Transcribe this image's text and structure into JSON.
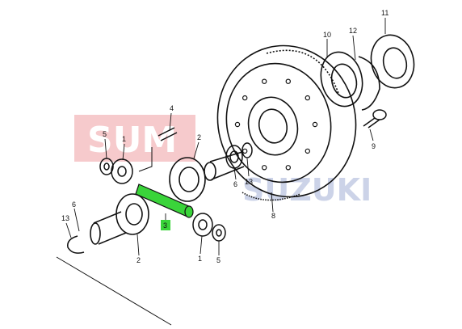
{
  "watermark": {
    "brand_left": "SUM",
    "brand_right": "SUZUKI",
    "color": "#d9141b"
  },
  "highlight_color": "#3ad43a",
  "callouts": [
    "11",
    "10",
    "12",
    "4",
    "5",
    "1",
    "2",
    "9",
    "6",
    "13",
    "8",
    "6",
    "13",
    "3",
    "2",
    "1",
    "5"
  ]
}
